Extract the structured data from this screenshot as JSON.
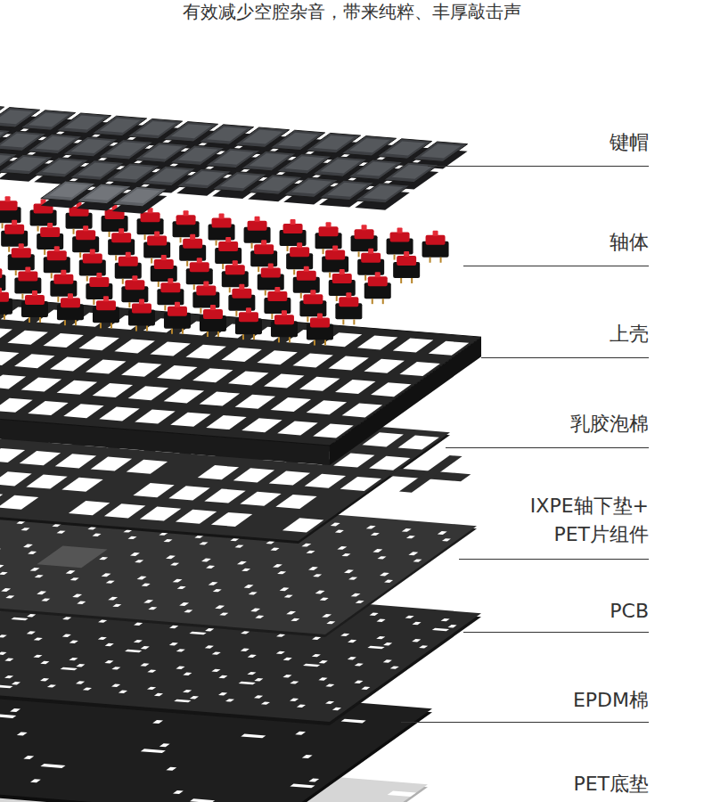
{
  "diagram": {
    "title": "有效减少空腔杂音，带来纯粹、丰厚敲击声",
    "labels": [
      "键帽",
      "轴体",
      "上壳",
      "乳胶泡棉",
      "IXPE轴下垫+ PET片组件",
      "PCB",
      "EPDM棉",
      "PET底垫"
    ]
  }
}
